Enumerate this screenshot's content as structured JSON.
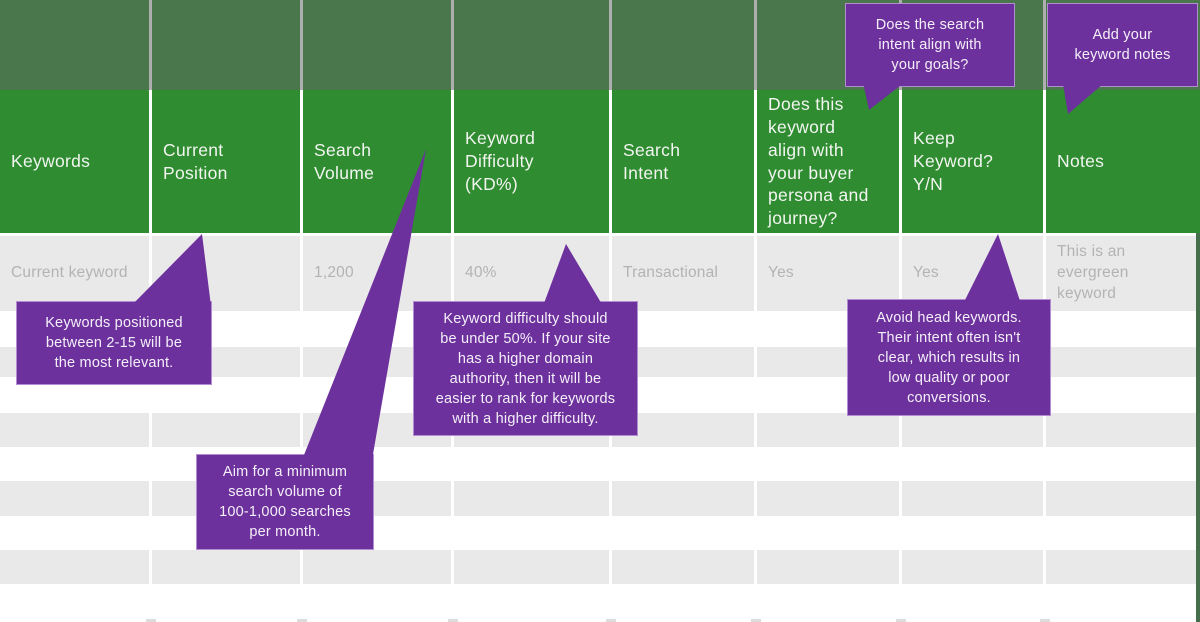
{
  "colors": {
    "header_green": "#2F8C31",
    "dimmed_band_green": "#4A734E",
    "callout_purple": "#6D319D",
    "row_gray": "#E9E9E9",
    "cell_text_gray": "#B3B3B3"
  },
  "table": {
    "headers": [
      {
        "label": "Keywords"
      },
      {
        "label": "Current\nPosition"
      },
      {
        "label": "Search\nVolume"
      },
      {
        "label": "Keyword\nDifficulty\n(KD%)"
      },
      {
        "label": "Search\nIntent"
      },
      {
        "label": "Does this\nkeyword\nalign with\nyour buyer\npersona and\njourney?"
      },
      {
        "label": "Keep\nKeyword?\nY/N"
      },
      {
        "label": "Notes"
      }
    ],
    "row1": [
      "Current keyword",
      "",
      "1,200",
      "40%",
      "Transactional",
      "Yes",
      "Yes",
      "This is an\nevergreen\nkeyword"
    ]
  },
  "callouts": {
    "position_tip": "Keywords positioned\nbetween 2-15 will be\nthe most relevant.",
    "volume_tip": "Aim for a minimum\nsearch volume of\n100-1,000 searches\nper month.",
    "difficulty_tip": "Keyword difficulty should\nbe under 50%. If your site\nhas a higher domain\nauthority, then it will be\neasier to rank for keywords\nwith a higher difficulty.",
    "intent_tip": "Does the search\nintent align with\nyour goals?",
    "keep_tip": "Avoid head keywords.\nTheir intent often isn't\nclear, which results in\nlow quality or poor\nconversions.",
    "notes_tip": "Add your\nkeyword notes"
  }
}
